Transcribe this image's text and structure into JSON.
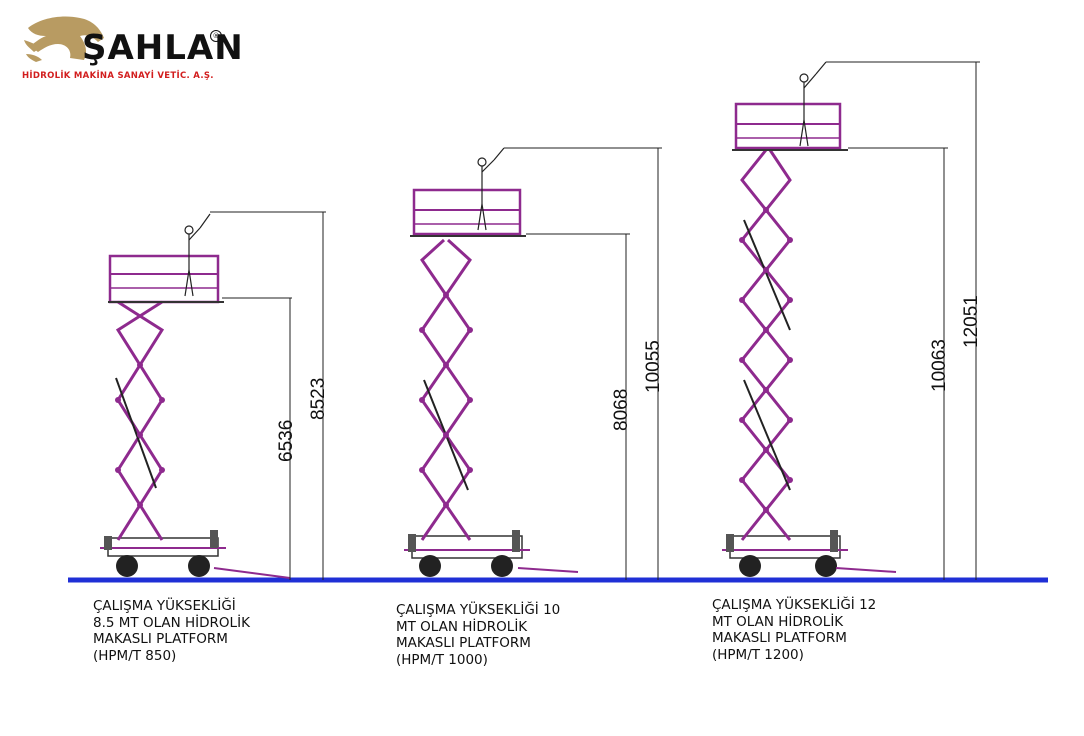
{
  "logo": {
    "brand": "ŞAHLAN",
    "registered": "®",
    "tagline": "HİDROLİK MAKİNA SANAYİ VETİC. A.Ş."
  },
  "colors": {
    "scissor": "#8e2a8e",
    "ground": "#1f2fd6",
    "tagline": "#d21d1d"
  },
  "machines": [
    {
      "working_height_dim": "8523",
      "platform_height_dim": "6536",
      "caption": [
        "ÇALIŞMA YÜKSEKLİĞİ",
        "8.5 MT OLAN HİDROLİK",
        "MAKASLI PLATFORM",
        "(HPM/T 850)"
      ]
    },
    {
      "working_height_dim": "10055",
      "platform_height_dim": "8068",
      "caption": [
        "ÇALIŞMA YÜKSEKLİĞİ 10",
        "MT OLAN HİDROLİK",
        "MAKASLI PLATFORM",
        "(HPM/T 1000)"
      ]
    },
    {
      "working_height_dim": "12051",
      "platform_height_dim": "10063",
      "caption": [
        "ÇALIŞMA YÜKSEKLİĞİ 12",
        "MT OLAN HİDROLİK",
        "MAKASLI PLATFORM",
        "(HPM/T 1200)"
      ]
    }
  ]
}
